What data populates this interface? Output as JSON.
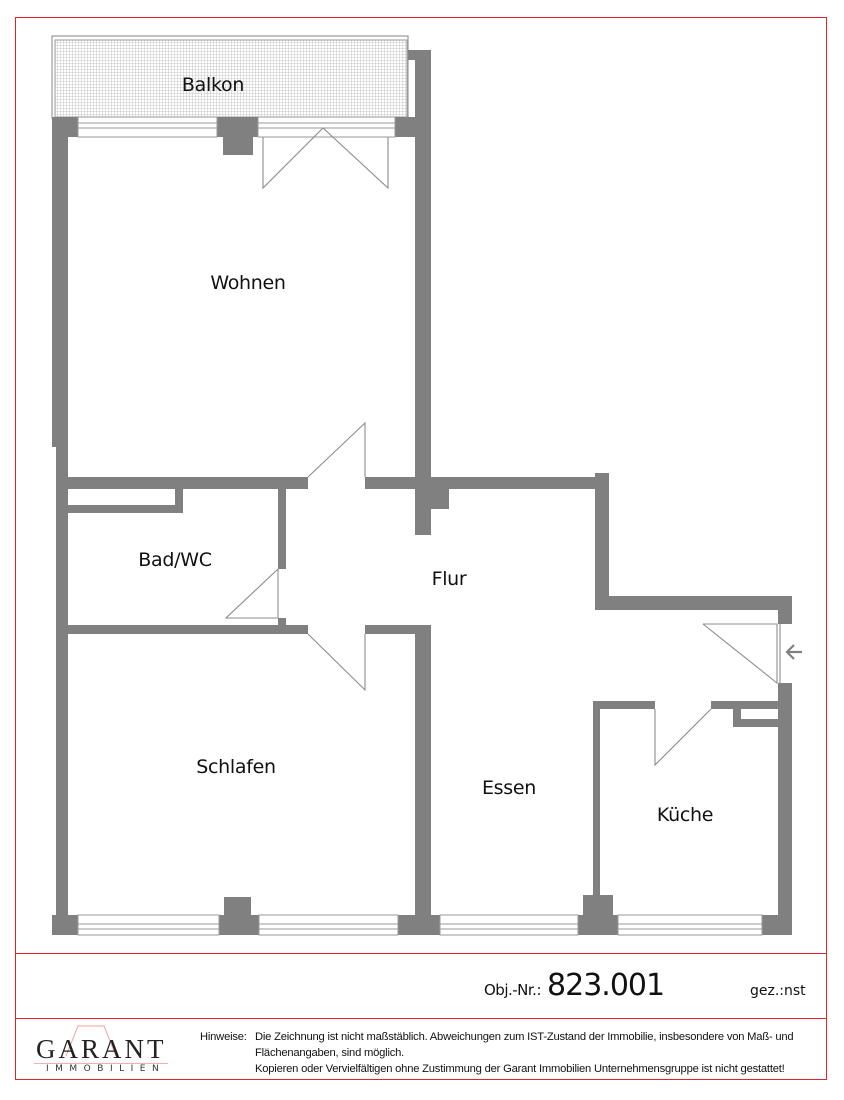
{
  "plan": {
    "rooms": [
      {
        "id": "balkon",
        "label": "Balkon"
      },
      {
        "id": "wohnen",
        "label": "Wohnen"
      },
      {
        "id": "bad",
        "label": "Bad/WC"
      },
      {
        "id": "flur",
        "label": "Flur"
      },
      {
        "id": "schlafen",
        "label": "Schlafen"
      },
      {
        "id": "essen",
        "label": "Essen"
      },
      {
        "id": "kueche",
        "label": "Küche"
      }
    ],
    "entrance_icon": "arrow-left-icon",
    "colors": {
      "wall": "#808080",
      "frame": "#e0242c",
      "door_line": "#8c8c8c"
    }
  },
  "title_block": {
    "obj_label": "Obj.-Nr.:",
    "obj_number": "823.001",
    "drawn_by": "gez.:nst"
  },
  "footer": {
    "logo_word": "GARANT",
    "logo_sub": "IMMOBILIEN",
    "notes_label": "Hinweise:",
    "note_line_1": "Die Zeichnung ist nicht maßstäblich. Abweichungen zum IST-Zustand der Immobilie, insbesondere von Maß- und",
    "note_line_2": "Flächenangaben, sind möglich.",
    "note_line_3": "Kopieren oder Vervielfältigen ohne Zustimmung der Garant Immobilien Unternehmensgruppe ist nicht gestattet!"
  }
}
